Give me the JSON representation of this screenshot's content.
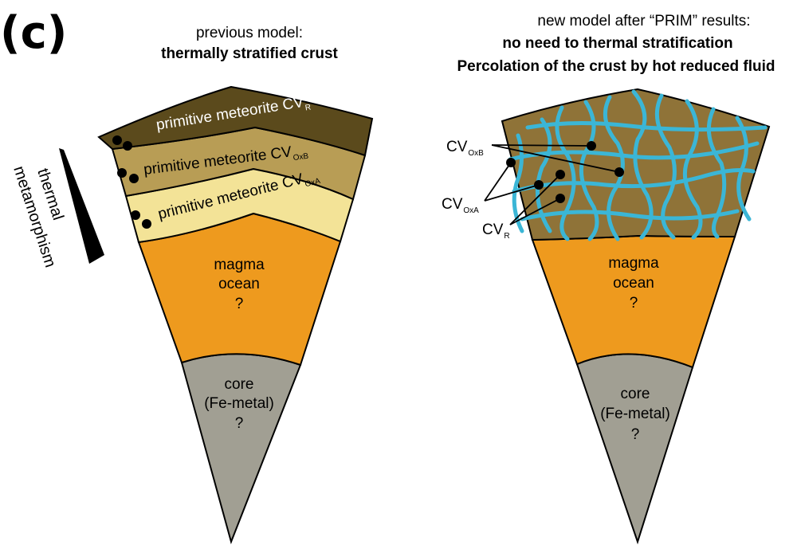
{
  "panel_label": "(c)",
  "left": {
    "heading_line1": "previous model:",
    "heading_line2": "thermally stratified crust",
    "layers": {
      "cvr": {
        "text": "primitive meteorite CV",
        "sub": "R"
      },
      "cvoxb": {
        "text": "primitive meteorite CV",
        "sub": "OxB"
      },
      "cvoxa": {
        "text": "primitive meteorite CV",
        "sub": "OxA"
      }
    },
    "magma": [
      "magma",
      "ocean",
      "?"
    ],
    "core": [
      "core",
      "(Fe-metal)",
      "?"
    ],
    "side_label_line1": "thermal",
    "side_label_line2": "metamorphism"
  },
  "right": {
    "heading_line1": "new model after “PRIM” results:",
    "heading_line2": "no need to thermal stratification",
    "heading_line3": "Percolation of the crust by hot reduced fluid",
    "labels": {
      "cvoxb": {
        "text": "CV",
        "sub": "OxB"
      },
      "cvoxa": {
        "text": "CV",
        "sub": "OxA"
      },
      "cvr": {
        "text": "CV",
        "sub": "R"
      }
    },
    "magma": [
      "magma",
      "ocean",
      "?"
    ],
    "core": [
      "core",
      "(Fe-metal)",
      "?"
    ]
  },
  "colors": {
    "cv_r": "#5b4a1c",
    "cv_oxb": "#b89d55",
    "cv_oxa": "#f3e397",
    "crust_mixed": "#8f7338",
    "magma": "#ee9a1e",
    "core": "#a19f93",
    "fluid": "#3bb6d6"
  }
}
